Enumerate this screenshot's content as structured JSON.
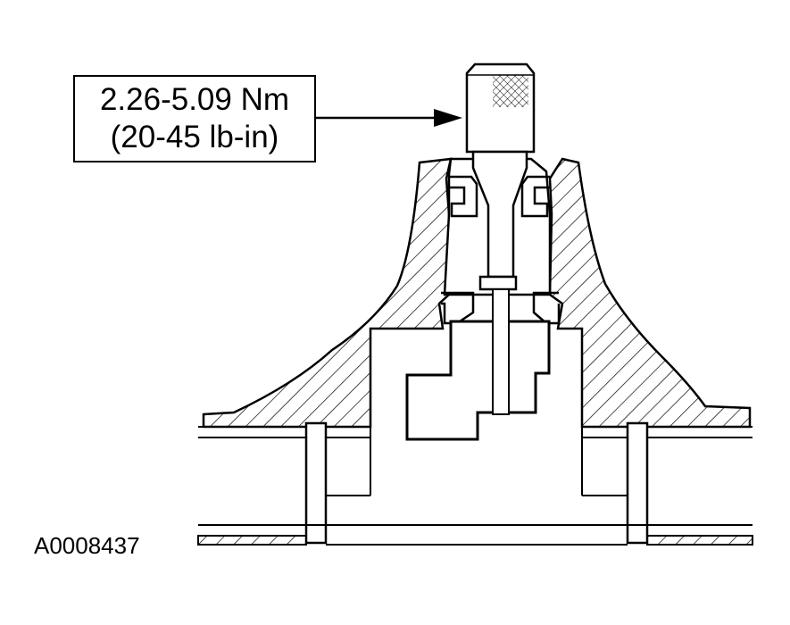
{
  "callout": {
    "torque_nm": "2.26-5.09 Nm",
    "torque_lbin": "(20-45 lb-in)"
  },
  "figure_id": "A0008437",
  "colors": {
    "line": "#000000",
    "background": "#ffffff"
  }
}
